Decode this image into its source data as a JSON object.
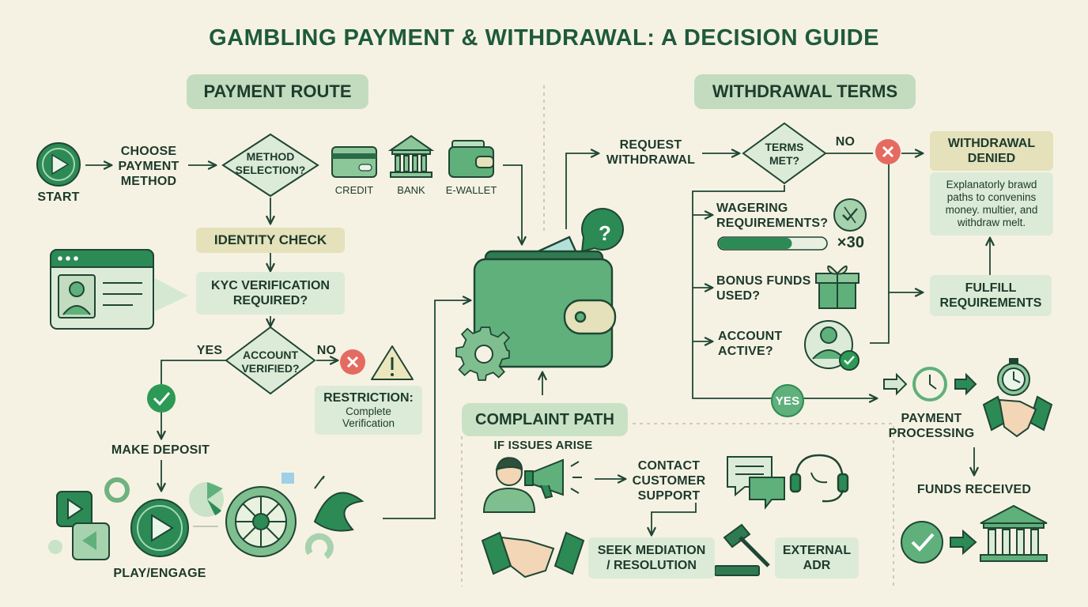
{
  "title": "GAMBLING PAYMENT & WITHDRAWAL: A DECISION GUIDE",
  "sections": {
    "payment_route": "PAYMENT ROUTE",
    "withdrawal_terms": "WITHDRAWAL TERMS",
    "complaint_path": "COMPLAINT PATH"
  },
  "payment": {
    "start": "START",
    "choose_method": [
      "CHOOSE",
      "PAYMENT",
      "METHOD"
    ],
    "method_selection": [
      "METHOD",
      "SELECTION?"
    ],
    "methods": [
      "CREDIT",
      "BANK",
      "E-WALLET"
    ],
    "identity_check": "IDENTITY CHECK",
    "kyc": [
      "KYC VERIFICATION",
      "REQUIRED?"
    ],
    "account_verified": [
      "ACCOUNT",
      "VERIFIED?"
    ],
    "yes": "YES",
    "no": "NO",
    "restriction_title": "RESTRICTION:",
    "restriction_text": [
      "Complete",
      "Verification"
    ],
    "make_deposit": "MAKE DEPOSIT",
    "play_engage": "PLAY/ENGAGE"
  },
  "withdrawal": {
    "request": [
      "REQUEST",
      "WITHDRAWAL"
    ],
    "terms_met": [
      "TERMS",
      "MET?"
    ],
    "no": "NO",
    "denied": [
      "WITHDRAWAL",
      "DENIED"
    ],
    "denied_note": [
      "Explanatorly brawd",
      "paths to convenins",
      "money. multier, and",
      "withdraw melt."
    ],
    "wagering": [
      "WAGERING",
      "REQUIREMENTS?"
    ],
    "multiplier": "×30",
    "wagering_progress": 0.68,
    "bonus": [
      "BONUS FUNDS",
      "USED?"
    ],
    "account_active": [
      "ACCOUNT",
      "ACTIVE?"
    ],
    "fulfill": [
      "FULFILL",
      "REQUIREMENTS"
    ],
    "yes": "YES",
    "payment_processing": [
      "PAYMENT",
      "PROCESSING"
    ],
    "funds_received": "FUNDS RECEIVED"
  },
  "complaint": {
    "if_issues": "IF ISSUES ARISE",
    "contact": [
      "CONTACT",
      "CUSTOMER",
      "SUPPORT"
    ],
    "mediation": [
      "SEEK MEDIATION",
      "/ RESOLUTION"
    ],
    "external": [
      "EXTERNAL",
      "ADR"
    ]
  },
  "colors": {
    "background": "#f6f2e3",
    "dark_green": "#2c8a55",
    "mid_green": "#5fb07a",
    "light_green": "#c3dcc0",
    "pale_green": "#dcebd7",
    "red": "#e46b61",
    "khaki": "#e4e1bb",
    "text": "#1c3a2b"
  },
  "icons": [
    "play-icon",
    "credit-card-icon",
    "bank-icon",
    "wallet-icon",
    "browser-id-icon",
    "check-icon",
    "x-icon",
    "warning-icon",
    "question-icon",
    "gear-icon",
    "gift-icon",
    "user-check-icon",
    "cycle-icon",
    "stopwatch-icon",
    "handshake-icon",
    "person-icon",
    "megaphone-icon",
    "chat-icon",
    "headset-icon",
    "gavel-icon",
    "roulette-icon"
  ]
}
